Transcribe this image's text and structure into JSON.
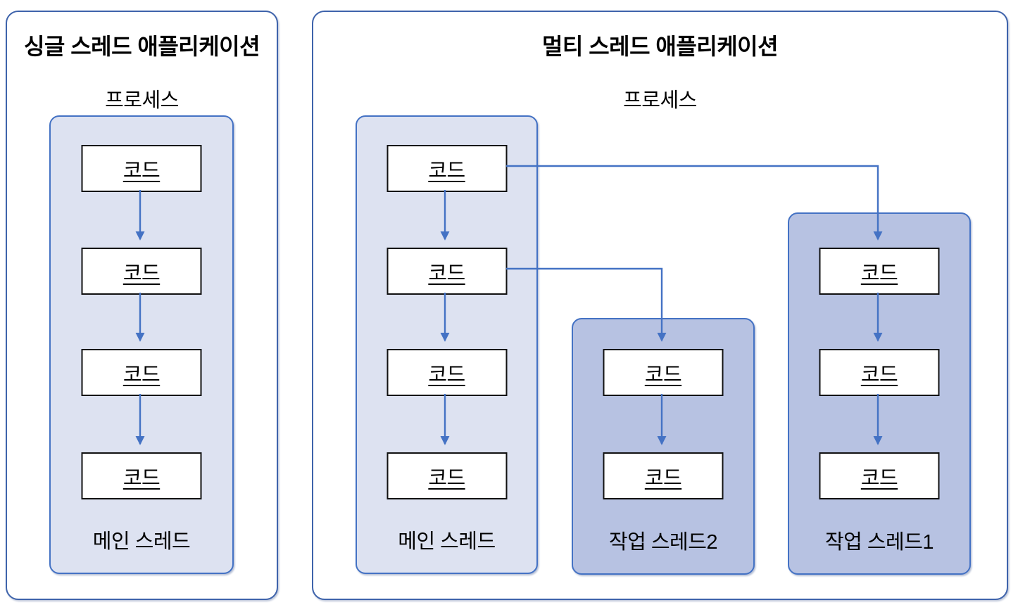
{
  "diagram": {
    "panels": [
      {
        "title": "싱글 스레드 애플리케이션",
        "subtitle": "프로세스",
        "threads": [
          {
            "label": "메인 스레드",
            "tone": "light",
            "code_boxes": [
              "코드",
              "코드",
              "코드",
              "코드"
            ]
          }
        ]
      },
      {
        "title": "멀티 스레드 애플리케이션",
        "subtitle": "프로세스",
        "threads": [
          {
            "label": "메인 스레드",
            "tone": "light",
            "code_boxes": [
              "코드",
              "코드",
              "코드",
              "코드"
            ]
          },
          {
            "label": "작업 스레드2",
            "tone": "dark",
            "code_boxes": [
              "코드",
              "코드"
            ]
          },
          {
            "label": "작업 스레드1",
            "tone": "dark",
            "code_boxes": [
              "코드",
              "코드",
              "코드"
            ]
          }
        ]
      }
    ],
    "connections": [
      {
        "from": "멀티 스레드 애플리케이션 / 메인 스레드 / 코드 1",
        "to": "작업 스레드1 / 코드 1"
      },
      {
        "from": "멀티 스레드 애플리케이션 / 메인 스레드 / 코드 2",
        "to": "작업 스레드2 / 코드 1"
      }
    ],
    "colors": {
      "panel_border": "#3e63ab",
      "container_border": "#4472c4",
      "light_fill": "#dde2f1",
      "dark_fill": "#b7c2e2",
      "arrow": "#4472c4",
      "box_border": "#111111",
      "box_fill": "#ffffff",
      "text": "#000000"
    }
  }
}
